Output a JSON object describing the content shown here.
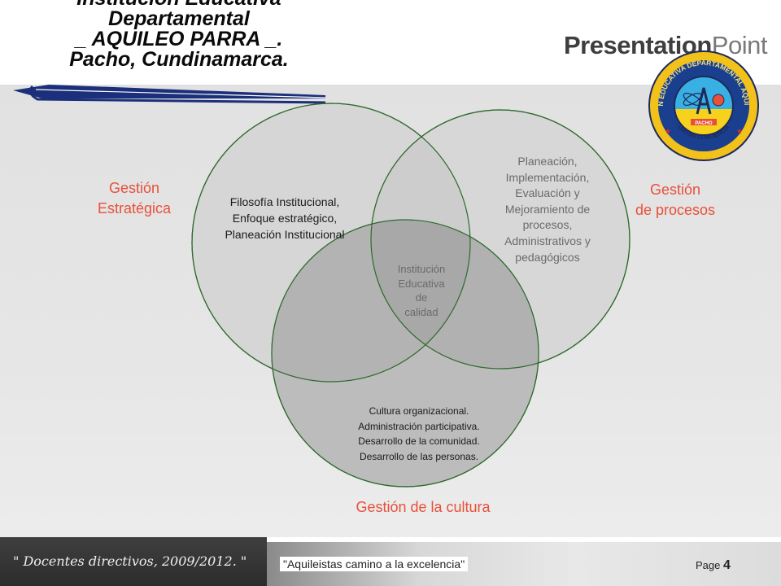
{
  "header": {
    "title_lines": [
      "Institución  Educativa",
      "Departamental",
      "_ AQUILEO  PARRA _.",
      "Pacho, Cundinamarca."
    ],
    "brand_bold": "Presentation",
    "brand_light": "Point"
  },
  "logo": {
    "ring_text_top": "INSTITUCION EDUCATIVA DEPARTAMENTAL AQUILEO PARRA",
    "ring_text_bottom": "VIRTUD CONCIENCIA",
    "banner_text": "PACHO",
    "colors": {
      "outer": "#f2c21b",
      "ring": "#1a3f8f",
      "inner_top": "#39b0e4",
      "inner_bottom": "#f6d21d",
      "stroke": "#1e2a5a"
    }
  },
  "diagram": {
    "labels": {
      "left": [
        "Gestión",
        "Estratégica"
      ],
      "right": [
        "Gestión",
        "de procesos"
      ],
      "bottom": "Gestión de la cultura"
    },
    "circle_left_text": [
      "Filosofía Institucional,",
      "Enfoque estratégico,",
      "Planeación Institucional"
    ],
    "circle_right_text": [
      "Planeación,",
      "Implementación,",
      "Evaluación y",
      "Mejoramiento de",
      "procesos,",
      "Administrativos y",
      "pedagógicos"
    ],
    "center_text": [
      "Institución",
      "Educativa",
      "de",
      "calidad"
    ],
    "circle_bottom_text": [
      "Cultura organizacional.",
      "Administración participativa.",
      "Desarrollo de  la comunidad.",
      "Desarrollo de las personas."
    ],
    "colors": {
      "circle_stroke": "#2d6a2d",
      "label": "#e8503a"
    }
  },
  "footer": {
    "quote": "\" Docentes directivos, 2009/2012. \"",
    "slogan": "\"Aquileistas camino a la excelencia\"",
    "page_label": "Page",
    "page_number": "4"
  }
}
